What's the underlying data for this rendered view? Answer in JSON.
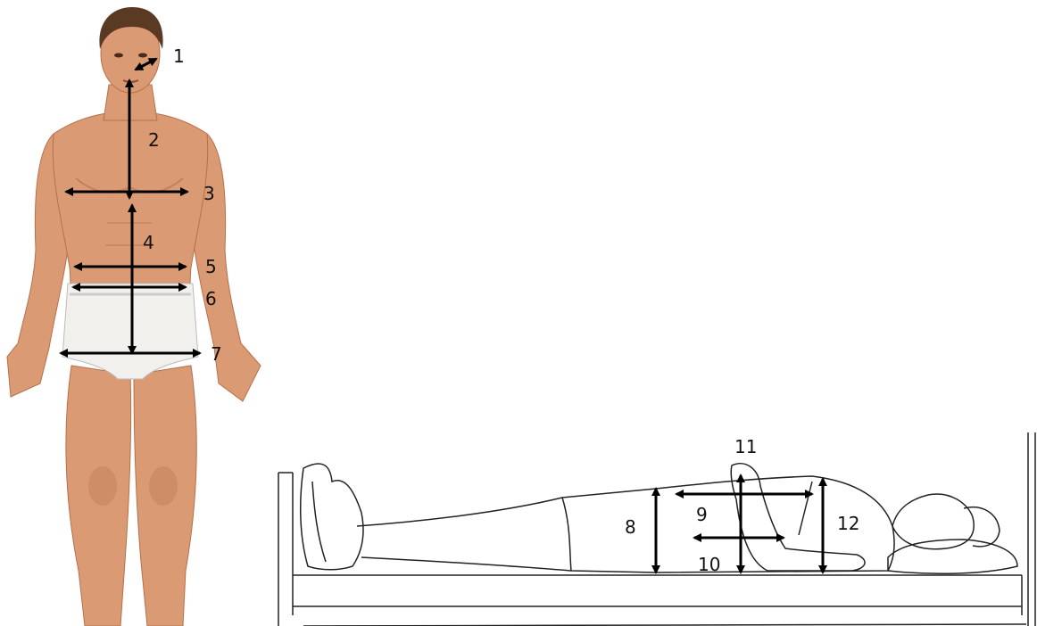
{
  "colors": {
    "skin": "#d99a74",
    "skin_shadow": "#b8704a",
    "hair": "#5a3a22",
    "underwear": "#f2f0ec",
    "arrow": "#000000",
    "sketch": "#222222"
  },
  "measurements": {
    "front_view": [
      {
        "label": "1",
        "icon": "diagonal-double-arrow"
      },
      {
        "label": "2",
        "icon": "vertical-double-arrow"
      },
      {
        "label": "3",
        "icon": "horizontal-double-arrow"
      },
      {
        "label": "4",
        "icon": "vertical-double-arrow"
      },
      {
        "label": "5",
        "icon": "horizontal-double-arrow"
      },
      {
        "label": "6",
        "icon": "horizontal-double-arrow"
      },
      {
        "label": "7",
        "icon": "horizontal-double-arrow"
      }
    ],
    "supine_view": [
      {
        "label": "8",
        "icon": "vertical-double-arrow"
      },
      {
        "label": "9",
        "icon": "horizontal-double-arrow"
      },
      {
        "label": "10",
        "icon": "horizontal-double-arrow"
      },
      {
        "label": "11",
        "icon": "vertical-double-arrow"
      },
      {
        "label": "12",
        "icon": "vertical-double-arrow"
      }
    ]
  }
}
